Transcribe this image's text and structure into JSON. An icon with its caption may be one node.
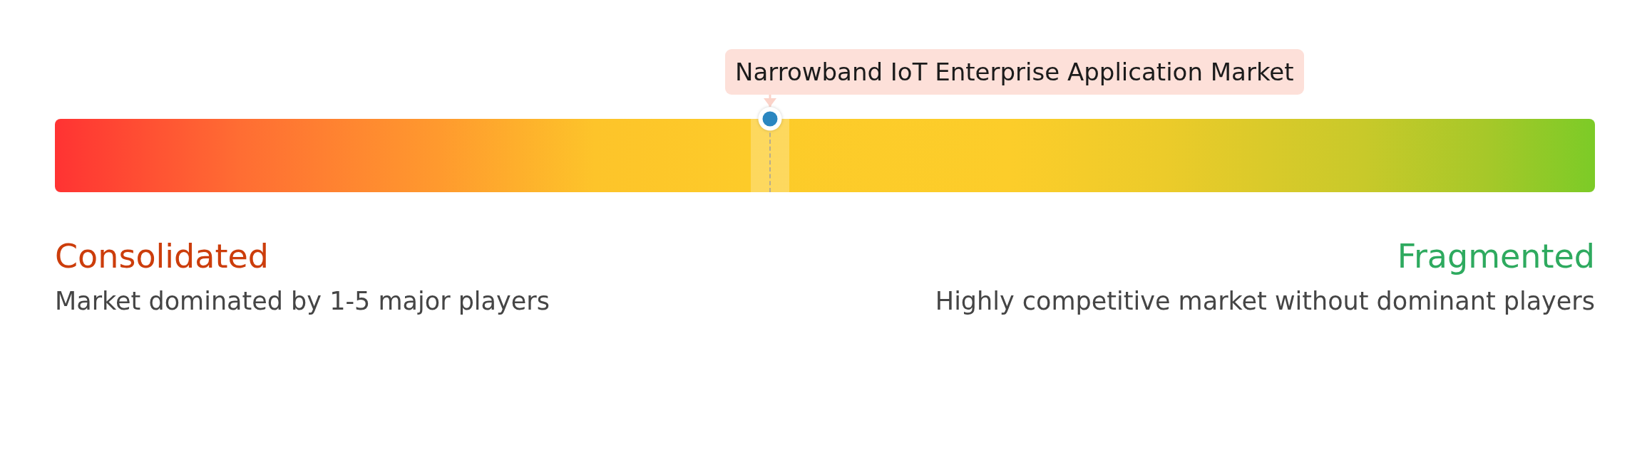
{
  "diagram": {
    "nodes": [
      {
        "text": [
          "Narrowband IoT Enterprise Application Market"
        ]
      },
      {
        "text": [],
        "shape": "circle"
      }
    ],
    "edges": [
      {
        "from": 0,
        "to": 1,
        "arrow": "to"
      }
    ],
    "labels": [
      "Consolidated",
      "Market dominated by 1-5 major players",
      "Fragmented",
      "Highly competitive market without dominant players"
    ]
  }
}
